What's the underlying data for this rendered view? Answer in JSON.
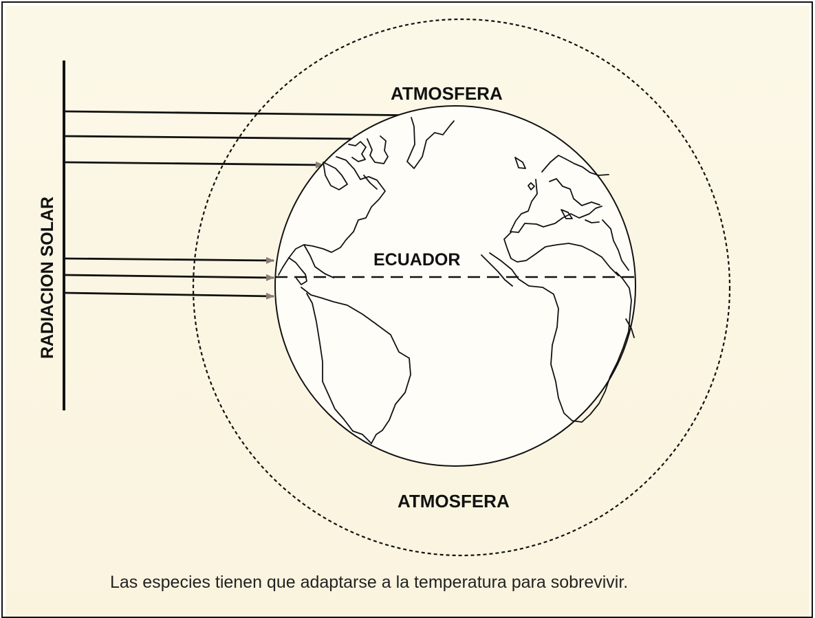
{
  "diagram": {
    "labels": {
      "solar_radiation": "RADIACION SOLAR",
      "atmosphere_top": "ATMOSFERA",
      "atmosphere_bottom": "ATMOSFERA",
      "equator": "ECUADOR"
    },
    "caption": "Las especies tienen que adaptarse a la temperatura para sobrevivir.",
    "colors": {
      "paper": "#fbf6e3",
      "line": "#111111",
      "arrow_head": "#8b7d72"
    }
  }
}
